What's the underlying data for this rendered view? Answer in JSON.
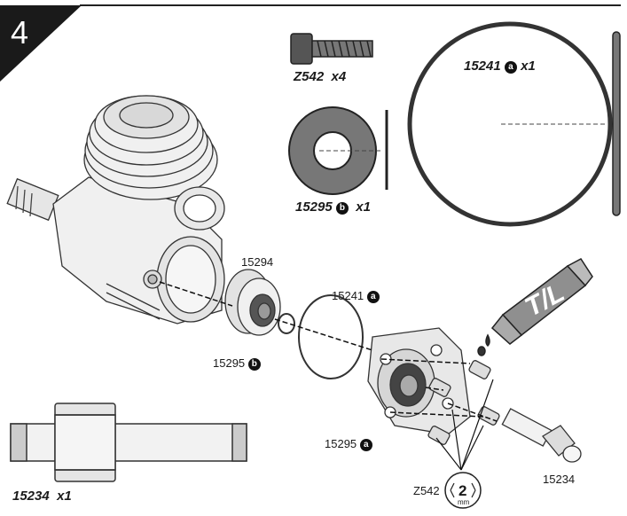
{
  "step": {
    "number": "4"
  },
  "parts": {
    "screw": {
      "code": "Z542",
      "qty": "x4"
    },
    "washer": {
      "code": "15295",
      "variant": "b",
      "qty": "x1"
    },
    "oring": {
      "code": "15241",
      "variant": "a",
      "qty": "x1"
    },
    "shaft": {
      "code": "15234",
      "qty": "x1"
    }
  },
  "callouts": {
    "housing": "15294",
    "oring": {
      "code": "15241",
      "variant": "a"
    },
    "washer": {
      "code": "15295",
      "variant": "b"
    },
    "backplate": {
      "code": "15295",
      "variant": "a"
    },
    "shaft": "15234",
    "screws": "Z542",
    "tool": {
      "size": "2",
      "unit": "mm"
    }
  },
  "threadlock": {
    "label": "T/L"
  },
  "colors": {
    "ink": "#1a1a1a",
    "grey_fill": "#777777",
    "tube": "#9a9a9a",
    "light": "#f0f0f0"
  }
}
